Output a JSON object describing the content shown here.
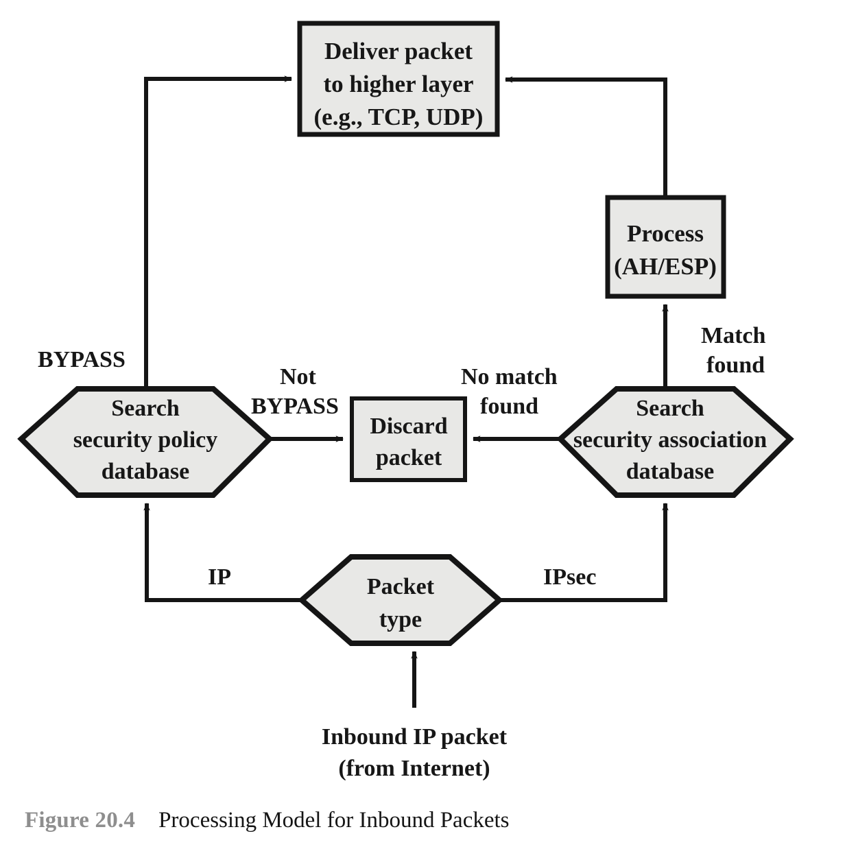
{
  "figure": {
    "number_label": "Figure 20.4",
    "title": "Processing Model for Inbound Packets"
  },
  "colors": {
    "shape_fill": "#e8e8e6",
    "stroke": "#151515",
    "text": "#171717",
    "caption_number": "#8e8e8e",
    "background": "#ffffff"
  },
  "nodes": {
    "deliver": {
      "shape": "rectangle",
      "lines": [
        "Deliver packet",
        "to higher layer",
        "(e.g., TCP, UDP)"
      ]
    },
    "process": {
      "shape": "rectangle",
      "lines": [
        "Process",
        "(AH/ESP)"
      ]
    },
    "search_spd": {
      "shape": "hexagon",
      "lines": [
        "Search",
        "security policy",
        "database"
      ]
    },
    "discard": {
      "shape": "rectangle",
      "lines": [
        "Discard",
        "packet"
      ]
    },
    "search_sad": {
      "shape": "hexagon",
      "lines": [
        "Search",
        "security association",
        "database"
      ]
    },
    "packet_type": {
      "shape": "hexagon",
      "lines": [
        "Packet",
        "type"
      ]
    },
    "inbound": {
      "shape": "label",
      "lines": [
        "Inbound IP packet",
        "(from Internet)"
      ]
    }
  },
  "edge_labels": {
    "bypass": {
      "lines": [
        "BYPASS"
      ]
    },
    "not_bypass": {
      "lines": [
        "Not",
        "BYPASS"
      ]
    },
    "no_match_found": {
      "lines": [
        "No match",
        "found"
      ]
    },
    "match_found": {
      "lines": [
        "Match",
        "found"
      ]
    },
    "ip": {
      "lines": [
        "IP"
      ]
    },
    "ipsec": {
      "lines": [
        "IPsec"
      ]
    }
  }
}
